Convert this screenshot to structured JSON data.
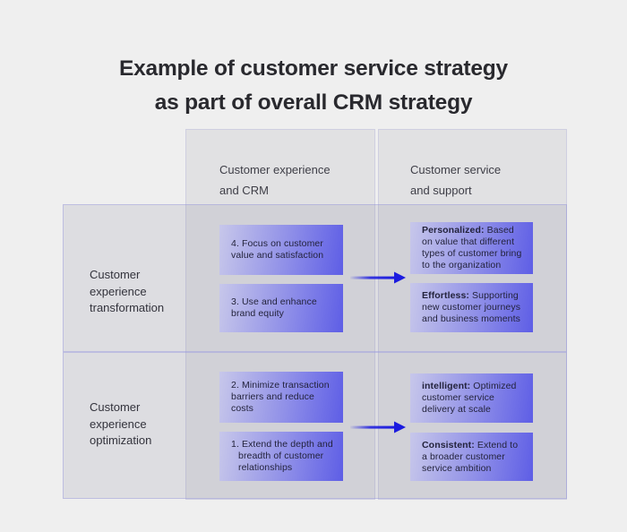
{
  "title": "Example of customer service strategy\nas part of overall CRM strategy",
  "columns": [
    {
      "label": "Customer experience\nand CRM"
    },
    {
      "label": "Customer service\nand support"
    }
  ],
  "rows": [
    {
      "label": "Customer\nexperience\ntransformation",
      "crm_boxes": [
        {
          "text": "4. Focus on customer value and satisfaction"
        },
        {
          "text": "3. Use and enhance brand equity"
        }
      ],
      "service_boxes": [
        {
          "prefix": "Personalized:",
          "rest": " Based on value that different types of customer bring to the organization"
        },
        {
          "prefix": "Effortless:",
          "rest": " Supporting new customer journeys and business moments"
        }
      ]
    },
    {
      "label": "Customer\nexperience\noptimization",
      "crm_boxes": [
        {
          "text": "2. Minimize transaction barriers and reduce costs"
        },
        {
          "text": "1. Extend the depth and breadth of customer relationships"
        }
      ],
      "service_boxes": [
        {
          "prefix": "intelligent:",
          "rest": " Optimized customer service delivery at scale"
        },
        {
          "prefix": "Consistent:",
          "rest": " Extend to a broader customer service ambition"
        }
      ]
    }
  ],
  "colors": {
    "background": "#efefef",
    "panel_overlap_gray": "#d4d4d7",
    "box_gradient_start": "#c7c7ea",
    "box_gradient_end": "#5e5ee6",
    "arrow_blue": "#1b1bdf",
    "title_text": "#29292e"
  }
}
